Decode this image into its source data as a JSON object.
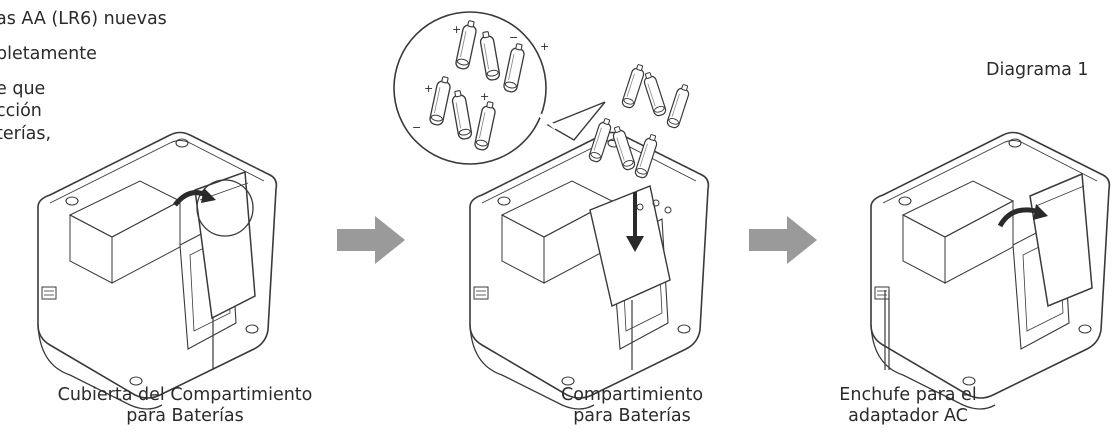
{
  "intro_lines": [
    "as AA (LR6) nuevas",
    "pletamente",
    "e que",
    "cción",
    "terías,"
  ],
  "diagram_label": "Diagrama 1",
  "captions": {
    "cover": [
      "Cubierta del Compartimiento",
      "para Baterías"
    ],
    "compartment": [
      "Compartimiento",
      "para Baterías"
    ],
    "socket": [
      "Enchufe para el",
      "adaptador AC"
    ]
  },
  "battery_polarity": [
    "+",
    "−"
  ],
  "colors": {
    "text": "#2b2b2b",
    "line": "#3a3a3a",
    "arrow": "#9a9a9a",
    "device_fill": "#ffffff"
  }
}
